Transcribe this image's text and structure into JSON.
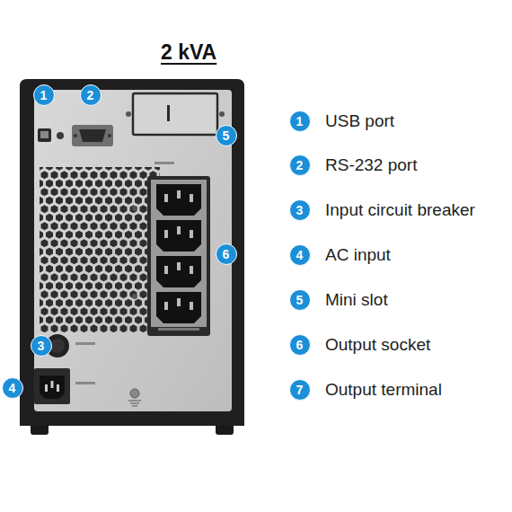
{
  "diagram": {
    "title": "2 kVA",
    "labels": [
      "1",
      "2",
      "3",
      "4",
      "5",
      "6",
      "1",
      "USB port",
      "2",
      "RS-232 port",
      "3",
      "Input circuit breaker",
      "4",
      "AC input",
      "5",
      "Mini slot",
      "6",
      "Output socket",
      "7",
      "Output terminal"
    ]
  }
}
